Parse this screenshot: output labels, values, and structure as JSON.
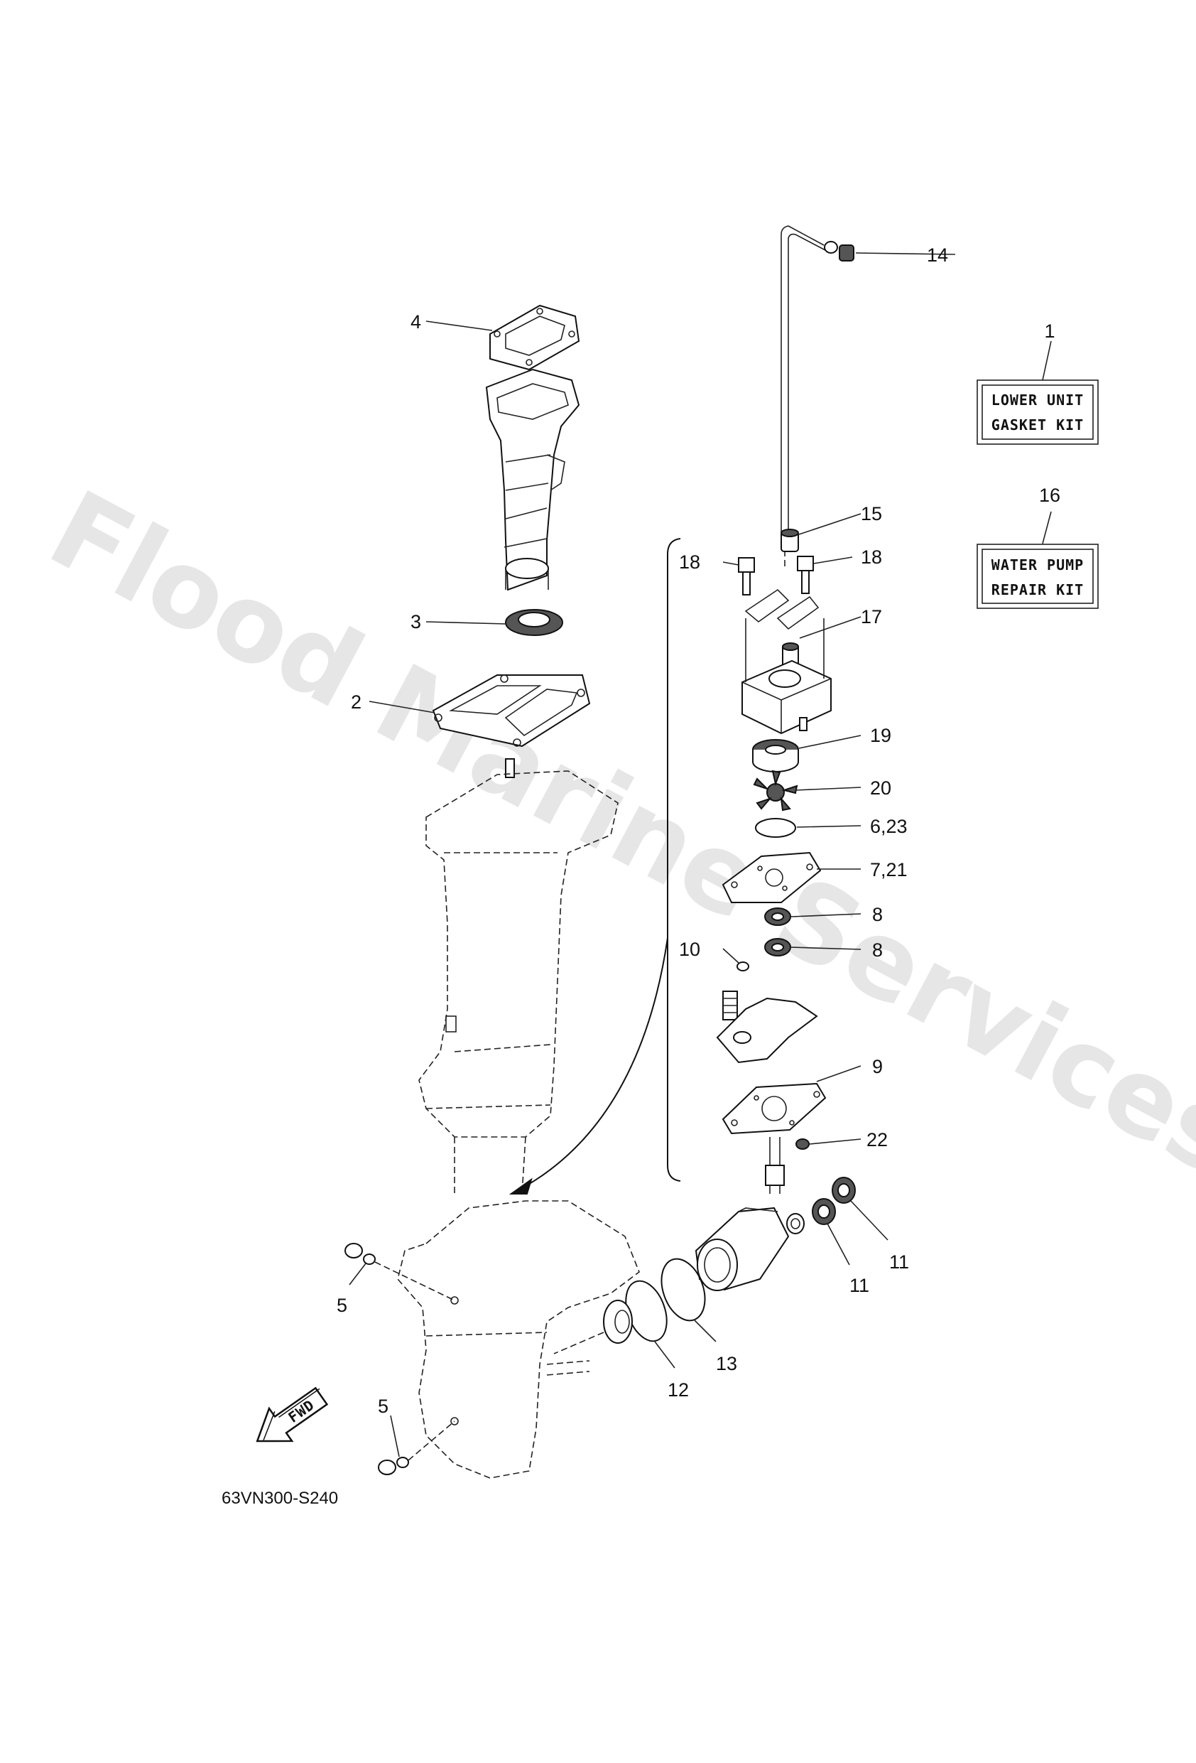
{
  "watermark": "Flood Marine Services",
  "diagram_code": "63VN300-S240",
  "fwd_label": "FWD",
  "kits": [
    {
      "ref": "1",
      "line1": "LOWER UNIT",
      "line2": "GASKET KIT"
    },
    {
      "ref": "16",
      "line1": "WATER PUMP",
      "line2": "REPAIR KIT"
    }
  ],
  "callouts": [
    {
      "id": "14",
      "text": "14"
    },
    {
      "id": "4",
      "text": "4"
    },
    {
      "id": "15",
      "text": "15"
    },
    {
      "id": "18a",
      "text": "18"
    },
    {
      "id": "18b",
      "text": "18"
    },
    {
      "id": "3",
      "text": "3"
    },
    {
      "id": "17",
      "text": "17"
    },
    {
      "id": "2",
      "text": "2"
    },
    {
      "id": "19",
      "text": "19"
    },
    {
      "id": "20",
      "text": "20"
    },
    {
      "id": "623",
      "text": "6,23"
    },
    {
      "id": "721",
      "text": "7,21"
    },
    {
      "id": "8a",
      "text": "8"
    },
    {
      "id": "10",
      "text": "10"
    },
    {
      "id": "8b",
      "text": "8"
    },
    {
      "id": "9",
      "text": "9"
    },
    {
      "id": "22",
      "text": "22"
    },
    {
      "id": "5a",
      "text": "5"
    },
    {
      "id": "11a",
      "text": "11"
    },
    {
      "id": "11b",
      "text": "11"
    },
    {
      "id": "13",
      "text": "13"
    },
    {
      "id": "12",
      "text": "12"
    },
    {
      "id": "5b",
      "text": "5"
    }
  ]
}
